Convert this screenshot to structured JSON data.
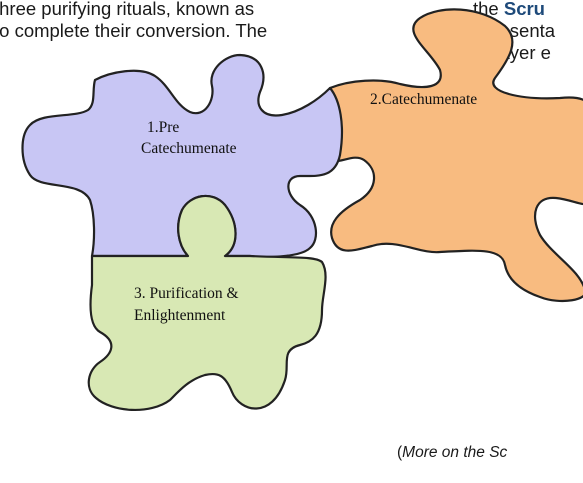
{
  "text": {
    "left_line_1": "three purifying rituals, known as",
    "left_line_2": "to complete their conversion. The",
    "right_line_1_prefix": "the ",
    "right_line_1_strong": "Scru",
    "right_line_2": "Presenta",
    "right_line_3": "Prayer e",
    "note_open": "(",
    "note_text": "More on the Sc"
  },
  "puzzle": {
    "piece_1": {
      "label_line_1": "1.Pre",
      "label_line_2": "Catechumenate",
      "color": "#c8c6f4"
    },
    "piece_2": {
      "label": "2.Catechumenate",
      "color": "#f8bb80"
    },
    "piece_3": {
      "label_line_1": "3. Purification &",
      "label_line_2": "Enlightenment",
      "color": "#d8e8b4"
    },
    "outline_color": "#222222"
  }
}
